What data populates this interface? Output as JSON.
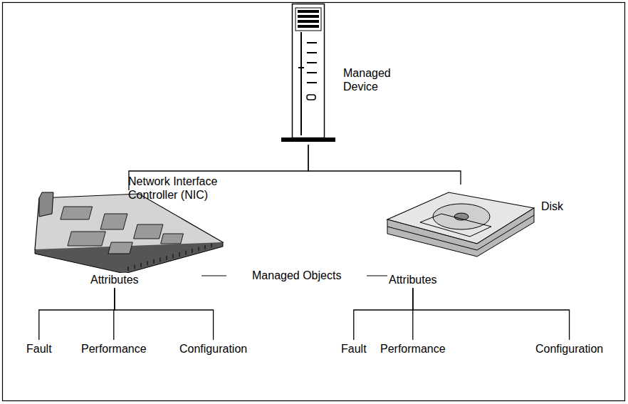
{
  "diagram": {
    "nodes": [
      {
        "text": [
          "Managed Device"
        ]
      },
      {
        "text": [
          "Network Interface Controller (NIC)"
        ]
      },
      {
        "text": [
          "Disk"
        ]
      },
      {
        "text": [
          "Attributes"
        ]
      },
      {
        "text": [
          "Fault"
        ]
      },
      {
        "text": [
          "Performance"
        ]
      },
      {
        "text": [
          "Configuration"
        ]
      },
      {
        "text": [
          "Attributes"
        ]
      },
      {
        "text": [
          "Fault"
        ]
      },
      {
        "text": [
          "Performance"
        ]
      },
      {
        "text": [
          "Configuration"
        ]
      }
    ],
    "edges": [
      {
        "from": 0,
        "to": 1,
        "arrow": "none"
      },
      {
        "from": 0,
        "to": 2,
        "arrow": "none"
      },
      {
        "from": 3,
        "to": 4,
        "arrow": "none"
      },
      {
        "from": 3,
        "to": 5,
        "arrow": "none"
      },
      {
        "from": 3,
        "to": 6,
        "arrow": "none"
      },
      {
        "from": 7,
        "to": 8,
        "arrow": "none"
      },
      {
        "from": 7,
        "to": 9,
        "arrow": "none"
      },
      {
        "from": 7,
        "to": 10,
        "arrow": "none"
      }
    ],
    "labels": [
      "Managed Objects"
    ]
  }
}
